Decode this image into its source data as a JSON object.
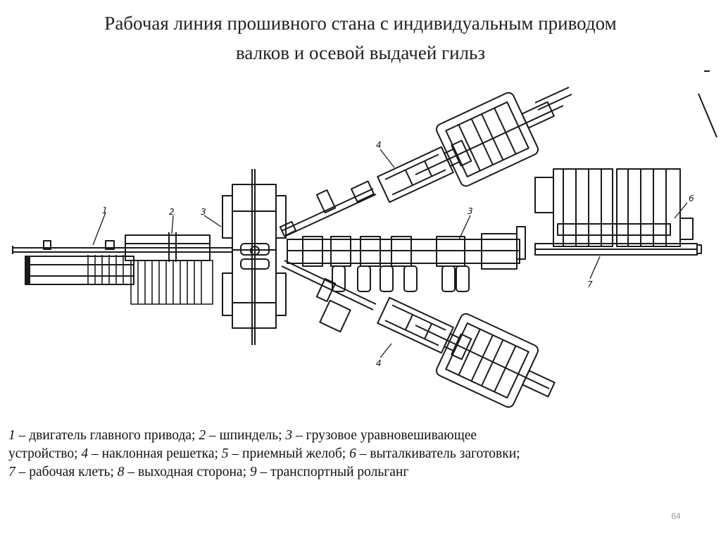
{
  "slide": {
    "title_line1": "Рабочая линия прошивного стана с индивидуальным приводом",
    "title_line2": "валков и осевой выдачей гильз",
    "page_number": "64"
  },
  "diagram": {
    "labels": {
      "l1": "1",
      "l2": "2",
      "l3_left": "3",
      "l3_right": "3",
      "l4_top": "4",
      "l4_bottom": "4",
      "l6": "6",
      "l7": "7"
    }
  },
  "caption": {
    "line1": [
      {
        "num": "1",
        "text": " – двигатель главного привода; "
      },
      {
        "num": "2",
        "text": " – шпиндель; "
      },
      {
        "num": "3",
        "text": " – грузовое уравновешивающее"
      }
    ],
    "line2_prefix": "устройство; ",
    "line2": [
      {
        "num": "4",
        "text": " – наклонная решетка; "
      },
      {
        "num": "5",
        "text": " – приемный желоб; "
      },
      {
        "num": "6",
        "text": " – выталкиватель заготовки;"
      }
    ],
    "line3": [
      {
        "num": "7",
        "text": " – рабочая клеть; "
      },
      {
        "num": "8",
        "text": " – выходная сторона; "
      },
      {
        "num": "9",
        "text": " – транспортный рольганг"
      }
    ]
  }
}
